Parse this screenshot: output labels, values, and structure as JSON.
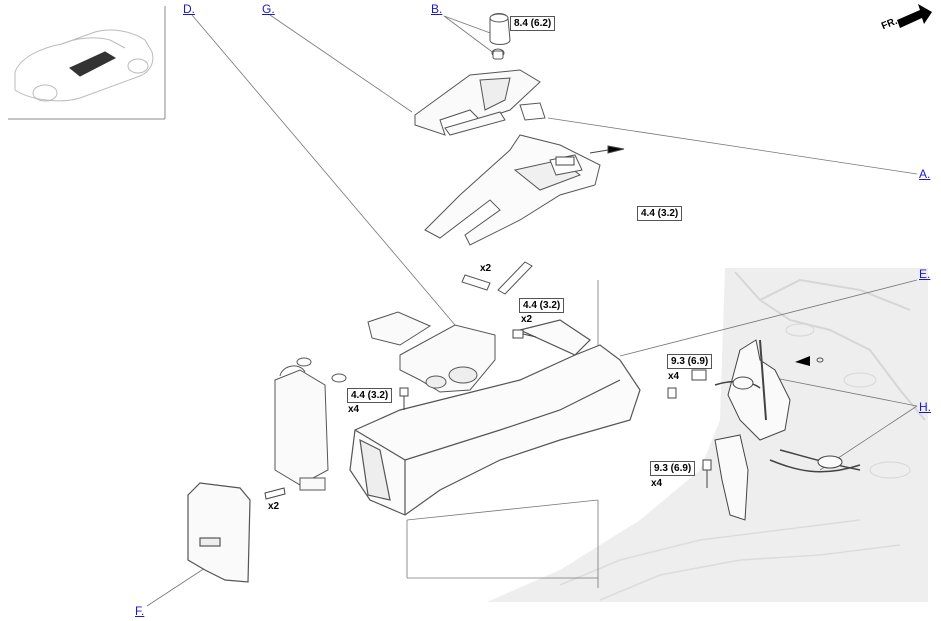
{
  "callouts": {
    "A": "A.",
    "B": "B.",
    "D": "D.",
    "E": "E.",
    "F": "F.",
    "G": "G.",
    "H": "H."
  },
  "torques": {
    "shift_knob": "8.4 (6.2)",
    "upper_bracket": "4.4 (3.2)",
    "mid_bolts": "4.4 (3.2)",
    "console_bolts": "4.4 (3.2)",
    "lever_bolts_upper": "9.3 (6.9)",
    "lever_bolts_lower": "9.3 (6.9)"
  },
  "quantities": {
    "clips_x2": "x2",
    "mid_bolts_x2": "x2",
    "console_bolts_x4": "x4",
    "rear_screws_x2": "x2",
    "lever_bolts_upper_x4": "x4",
    "lever_bolts_lower_x4": "x4"
  },
  "direction_label": "FR."
}
